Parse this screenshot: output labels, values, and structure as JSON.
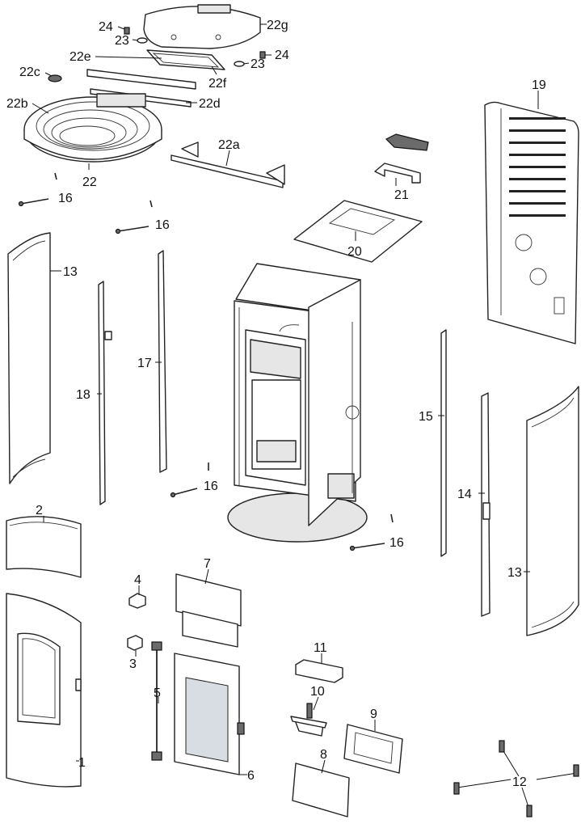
{
  "labels": {
    "p1": "1",
    "p2": "2",
    "p3": "3",
    "p4": "4",
    "p5": "5",
    "p6": "6",
    "p7": "7",
    "p8": "8",
    "p9": "9",
    "p10": "10",
    "p11": "11",
    "p12": "12",
    "p13a": "13",
    "p13b": "13",
    "p14": "14",
    "p15": "15",
    "p16a": "16",
    "p16b": "16",
    "p16c": "16",
    "p16d": "16",
    "p17": "17",
    "p18": "18",
    "p19": "19",
    "p20": "20",
    "p21": "21",
    "p22": "22",
    "p22a": "22a",
    "p22b": "22b",
    "p22c": "22c",
    "p22d": "22d",
    "p22e": "22e",
    "p22f": "22f",
    "p22g": "22g",
    "p23a": "23",
    "p23b": "23",
    "p24a": "24",
    "p24b": "24"
  }
}
